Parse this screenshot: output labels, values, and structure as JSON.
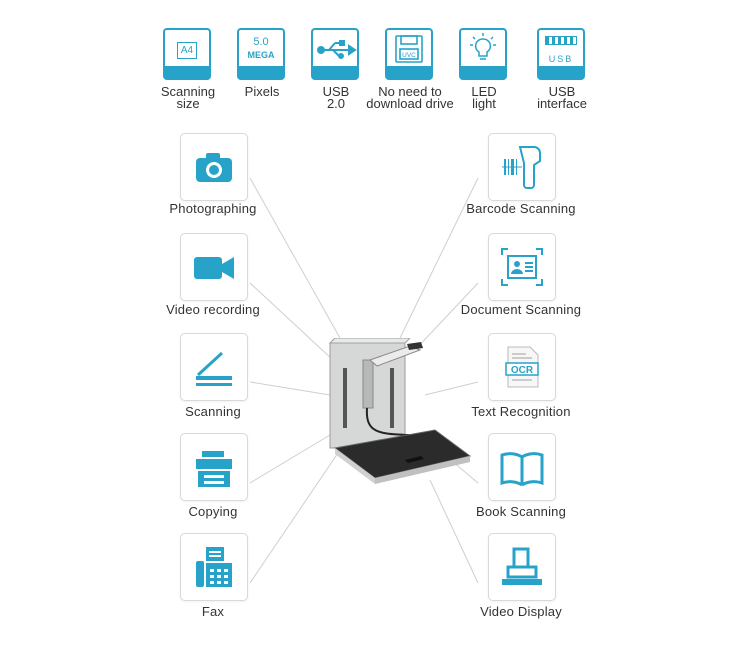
{
  "top_features": [
    {
      "label": "Scanning\nsize",
      "icon": "a4-paper-icon",
      "glyph": "A4"
    },
    {
      "label": "Pixels",
      "icon": "megapixel-icon",
      "glyph": "5.0 MEGA"
    },
    {
      "label": "USB\n2.0",
      "icon": "usb-symbol-icon",
      "glyph": ""
    },
    {
      "label": "No need to\ndownload drive",
      "icon": "floppy-uvc-icon",
      "glyph": "UVC"
    },
    {
      "label": "LED\nlight",
      "icon": "lightbulb-icon",
      "glyph": ""
    },
    {
      "label": "USB\ninterface",
      "icon": "usb-port-icon",
      "glyph": "USB"
    }
  ],
  "left_features": [
    {
      "label": "Photographing",
      "icon": "camera-icon"
    },
    {
      "label": "Video recording",
      "icon": "video-camera-icon"
    },
    {
      "label": "Scanning",
      "icon": "flatbed-scanner-icon"
    },
    {
      "label": "Copying",
      "icon": "copier-icon"
    },
    {
      "label": "Fax",
      "icon": "fax-machine-icon"
    }
  ],
  "right_features": [
    {
      "label": "Barcode Scanning",
      "icon": "barcode-scanner-icon"
    },
    {
      "label": "Document Scanning",
      "icon": "id-card-icon"
    },
    {
      "label": "Text Recognition",
      "icon": "ocr-document-icon",
      "glyph": "OCR"
    },
    {
      "label": "Book Scanning",
      "icon": "open-book-icon"
    },
    {
      "label": "Video Display",
      "icon": "video-display-icon"
    }
  ],
  "colors": {
    "accent": "#27a3c9",
    "box_border": "#d9d9d9",
    "text": "#333333"
  }
}
